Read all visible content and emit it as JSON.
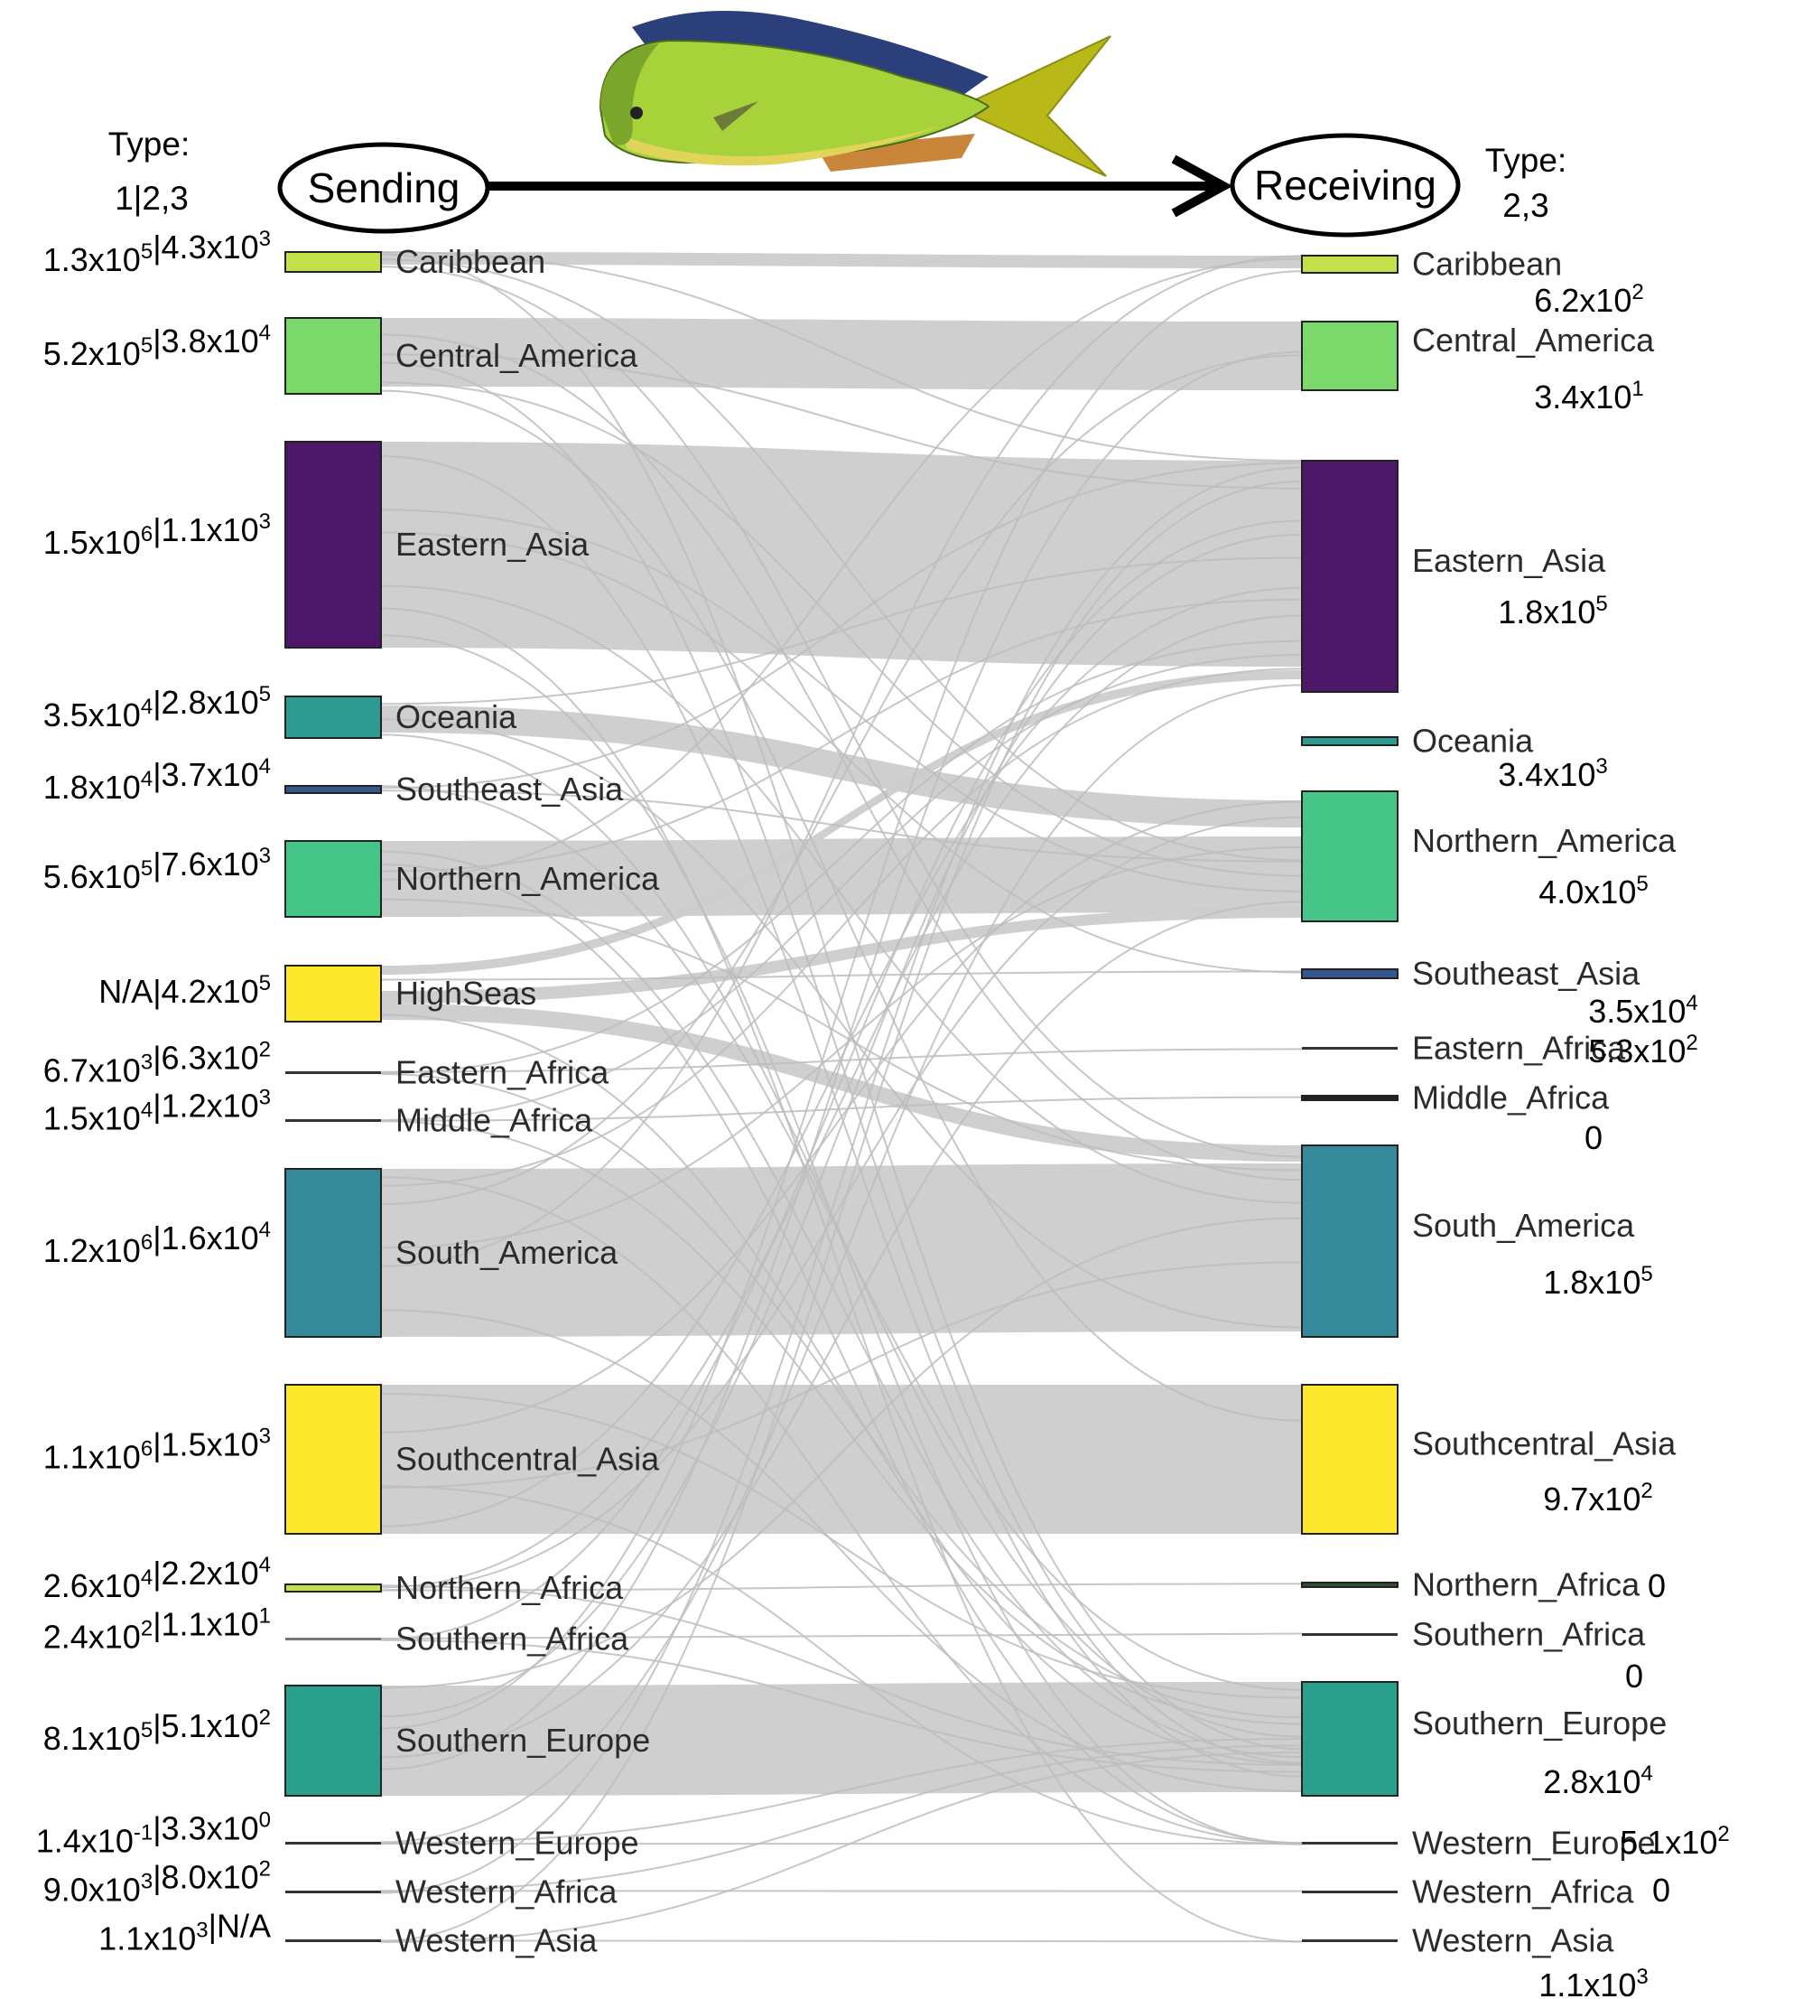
{
  "header": {
    "sending_type_label": "Type:",
    "sending_type_value": "1|2,3",
    "receiving_type_label": "Type:",
    "receiving_type_value": "2,3",
    "sending_label": "Sending",
    "receiving_label": "Receiving"
  },
  "colors": {
    "flow": "#cccccc",
    "thin_flow": "#bdbdbd",
    "lime": "#c2e14a",
    "green": "#7bd86a",
    "purple": "#4e1868",
    "teal": "#2f9a90",
    "blue": "#35578c",
    "mint": "#46c589",
    "yellow": "#fde82d",
    "petrol": "#348a98",
    "seagreen": "#2aa08c",
    "dark": "#333333"
  },
  "sending": [
    {
      "name": "Caribbean",
      "value": "1.3x10^5|4.3x10^3"
    },
    {
      "name": "Central_America",
      "value": "5.2x10^5|3.8x10^4"
    },
    {
      "name": "Eastern_Asia",
      "value": "1.5x10^6|1.1x10^3"
    },
    {
      "name": "Oceania",
      "value": "3.5x10^4|2.8x10^5"
    },
    {
      "name": "Southeast_Asia",
      "value": "1.8x10^4|3.7x10^4"
    },
    {
      "name": "Northern_America",
      "value": "5.6x10^5|7.6x10^3"
    },
    {
      "name": "HighSeas",
      "value": "N/A|4.2x10^5"
    },
    {
      "name": "Eastern_Africa",
      "value": "6.7x10^3|6.3x10^2"
    },
    {
      "name": "Middle_Africa",
      "value": "1.5x10^4|1.2x10^3"
    },
    {
      "name": "South_America",
      "value": "1.2x10^6|1.6x10^4"
    },
    {
      "name": "Southcentral_Asia",
      "value": "1.1x10^6|1.5x10^3"
    },
    {
      "name": "Northern_Africa",
      "value": "2.6x10^4|2.2x10^4"
    },
    {
      "name": "Southern_Africa",
      "value": "2.4x10^2|1.1x10^1"
    },
    {
      "name": "Southern_Europe",
      "value": "8.1x10^5|5.1x10^2"
    },
    {
      "name": "Western_Europe",
      "value": "1.4x10^-1|3.3x10^0"
    },
    {
      "name": "Western_Africa",
      "value": "9.0x10^3|8.0x10^2"
    },
    {
      "name": "Western_Asia",
      "value": "1.1x10^3|N/A"
    }
  ],
  "receiving": [
    {
      "name": "Caribbean",
      "value": "6.2x10^2"
    },
    {
      "name": "Central_America",
      "value": "3.4x10^1"
    },
    {
      "name": "Eastern_Asia",
      "value": "1.8x10^5"
    },
    {
      "name": "Oceania",
      "value": "3.4x10^3"
    },
    {
      "name": "Northern_America",
      "value": "4.0x10^5"
    },
    {
      "name": "Southeast_Asia",
      "value": "3.5x10^4"
    },
    {
      "name": "Eastern_Africa",
      "value": "5.3x10^2"
    },
    {
      "name": "Middle_Africa",
      "value": "0"
    },
    {
      "name": "South_America",
      "value": "1.8x10^5"
    },
    {
      "name": "Southcentral_Asia",
      "value": "9.7x10^2"
    },
    {
      "name": "Northern_Africa",
      "value": "0"
    },
    {
      "name": "Southern_Africa",
      "value": "0"
    },
    {
      "name": "Southern_Europe",
      "value": "2.8x10^4"
    },
    {
      "name": "Western_Europe",
      "value": "5.1x10^2"
    },
    {
      "name": "Western_Africa",
      "value": "0"
    },
    {
      "name": "Western_Asia",
      "value": "1.1x10^3"
    }
  ]
}
